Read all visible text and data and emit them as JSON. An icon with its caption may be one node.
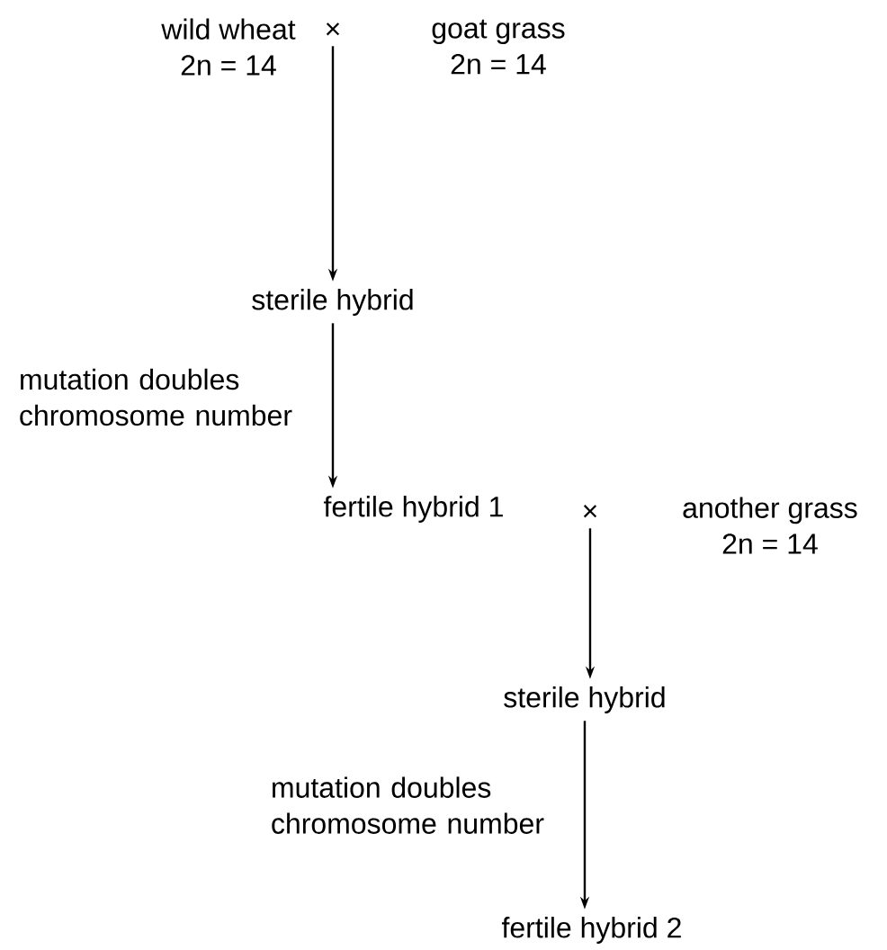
{
  "diagram": {
    "nodes": [
      {
        "text": [
          "wild wheat",
          "2n = 14"
        ]
      },
      {
        "text": [
          "×"
        ]
      },
      {
        "text": [
          "goat grass",
          "2n = 14"
        ]
      },
      {
        "text": [
          "sterile hybrid"
        ]
      },
      {
        "text": [
          "fertile hybrid 1"
        ]
      },
      {
        "text": [
          "×"
        ]
      },
      {
        "text": [
          "another grass",
          "2n = 14"
        ]
      },
      {
        "text": [
          "sterile hybrid"
        ]
      },
      {
        "text": [
          "fertile hybrid 2"
        ]
      }
    ],
    "edges": [
      {
        "from": 1,
        "to": 3,
        "arrow": "to"
      },
      {
        "from": 3,
        "to": 4,
        "arrow": "to",
        "label": "mutation doubles chromosome number"
      },
      {
        "from": 5,
        "to": 7,
        "arrow": "to"
      },
      {
        "from": 7,
        "to": 8,
        "arrow": "to",
        "label": "mutation doubles chromosome number"
      }
    ]
  }
}
